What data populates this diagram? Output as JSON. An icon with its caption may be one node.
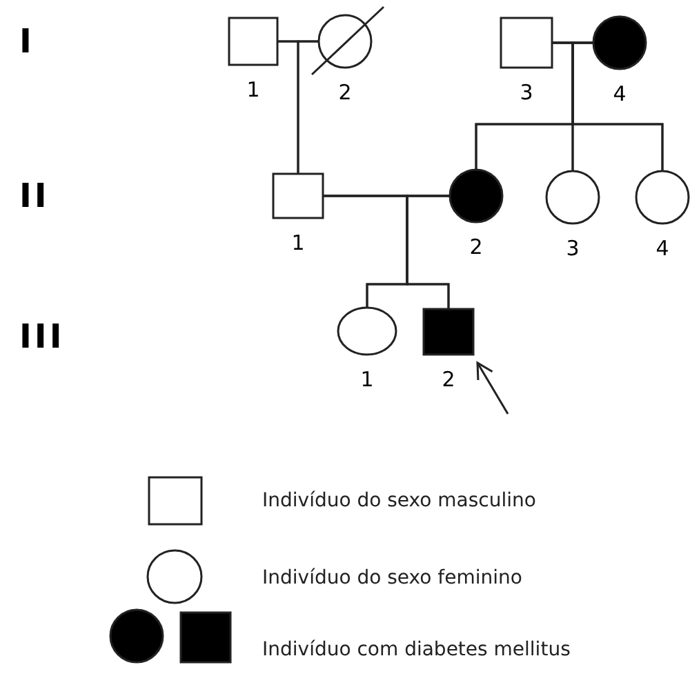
{
  "diagram": {
    "nodes": [
      {
        "text": [],
        "shape": "box",
        "beside": [
          "1"
        ]
      },
      {
        "text": [],
        "shape": "circle",
        "beside": [
          "2"
        ]
      },
      {
        "text": [],
        "shape": "box",
        "beside": [
          "3"
        ]
      },
      {
        "text": [],
        "shape": "circle",
        "beside": [
          "4"
        ]
      },
      {
        "text": [],
        "shape": "box",
        "beside": [
          "1"
        ]
      },
      {
        "text": [],
        "shape": "circle",
        "beside": [
          "2"
        ]
      },
      {
        "text": [],
        "shape": "circle",
        "beside": [
          "3"
        ]
      },
      {
        "text": [],
        "shape": "circle",
        "beside": [
          "4"
        ]
      },
      {
        "text": [],
        "shape": "circle",
        "beside": [
          "1"
        ]
      },
      {
        "text": [],
        "shape": "box",
        "beside": [
          "2"
        ]
      }
    ],
    "edges": [
      {
        "from": 0,
        "to": 1,
        "arrow": "none"
      },
      {
        "from": 2,
        "to": 3,
        "arrow": "none"
      },
      {
        "from": 0,
        "to": 4,
        "arrow": "none"
      },
      {
        "from": 1,
        "to": 4,
        "arrow": "none"
      },
      {
        "from": 2,
        "to": 5,
        "arrow": "none"
      },
      {
        "from": 3,
        "to": 5,
        "arrow": "none"
      },
      {
        "from": 2,
        "to": 6,
        "arrow": "none"
      },
      {
        "from": 3,
        "to": 6,
        "arrow": "none"
      },
      {
        "from": 2,
        "to": 7,
        "arrow": "none"
      },
      {
        "from": 3,
        "to": 7,
        "arrow": "none"
      },
      {
        "from": 4,
        "to": 5,
        "arrow": "none"
      },
      {
        "from": 4,
        "to": 8,
        "arrow": "none"
      },
      {
        "from": 5,
        "to": 8,
        "arrow": "none"
      },
      {
        "from": 4,
        "to": 9,
        "arrow": "none"
      },
      {
        "from": 5,
        "to": 9,
        "arrow": "none"
      },
      {
        "from": null,
        "to": 9,
        "arrow": "to"
      }
    ],
    "labels": [
      "I",
      "II",
      "III"
    ],
    "legend": [
      {
        "text": "Indivíduo do sexo masculino"
      },
      {
        "text": "Indivíduo do sexo feminino"
      },
      {
        "text": "Indivíduo com diabetes mellitus"
      }
    ]
  }
}
